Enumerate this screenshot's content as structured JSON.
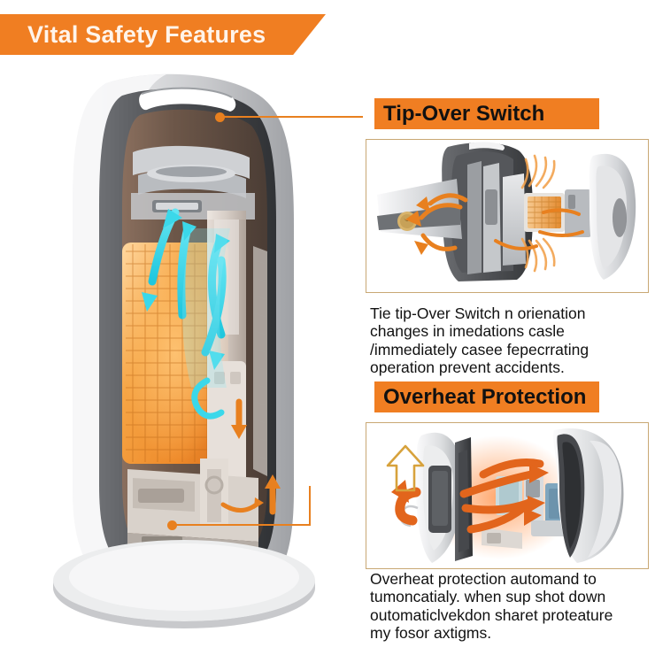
{
  "page": {
    "background_color": "#ffffff",
    "accent_orange": "#F07E22",
    "leader_orange": "#E8801F",
    "panel_border": "#C9A874",
    "heading_text_color": "#111111"
  },
  "banner": {
    "title": "Vital Safety Features",
    "text_color": "#FFF4EA",
    "background_color": "#F07E22"
  },
  "hero": {
    "name": "cutaway-tower-heater",
    "description_visible": false,
    "airflow_arrow_color": "#35D5E8",
    "heat_element_color": "#F0922B",
    "body_color": "#E9E9EA",
    "shell_dark_color": "#4B4D50"
  },
  "sections": [
    {
      "id": "tip-over-switch",
      "heading": "Tip-Over Switch",
      "heading_background": "#F07E22",
      "body": "Tie tip-Over Switch n orienation\nchanges in imedations casle\n/immediately casee fepecrrating\noperation prevent accidents.",
      "panel_image": {
        "name": "exploded-heater-tip-over",
        "arrow_color": "#E8801F",
        "heat_wave_color": "#F2A24E"
      }
    },
    {
      "id": "overheat-protection",
      "heading": "Overheat Protection",
      "heading_background": "#F07E22",
      "body": "Overheat protection automand to\ntumoncatialy. when sup shot down\noutomaticlvekdon sharet proteature\nmy fosor aхtigms.",
      "panel_image": {
        "name": "exploded-heater-overheat",
        "arrow_color": "#E2651C",
        "glow_color": "#F4703A"
      }
    }
  ],
  "leaders": [
    {
      "id": "leader-to-tip-over",
      "from": "heater-top-shell",
      "to": "tip-over-switch-heading"
    },
    {
      "id": "leader-to-overheat",
      "from": "heater-base-switch",
      "to": "overheat-protection-panel"
    }
  ]
}
